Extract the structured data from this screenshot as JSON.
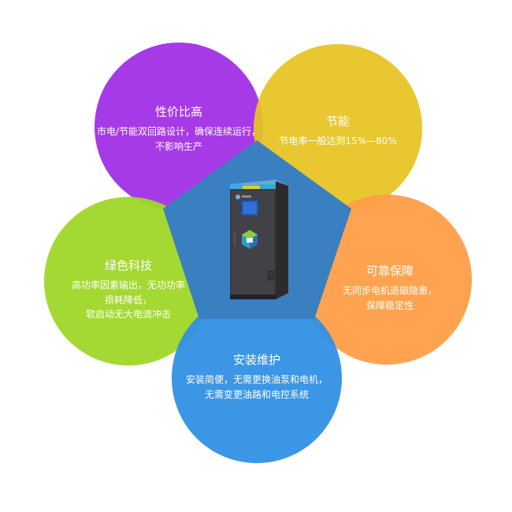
{
  "features": [
    {
      "title": "性价比高",
      "lines": [
        "市电/节能双回路设计，确保连续运行，",
        "不影响生产"
      ],
      "color": "#a12ee6"
    },
    {
      "title": "节能",
      "lines": [
        "节电率一般达到15%—80%"
      ],
      "color": "#e7c323"
    },
    {
      "title": "可靠保障",
      "lines": [
        "无同步电机退磁隐患，",
        "保障稳定性"
      ],
      "color": "#ff9d45"
    },
    {
      "title": "绿色科技",
      "lines": [
        "高功率因素输出，无功功率",
        "损耗降低，",
        "软启动无大电流冲击"
      ],
      "color": "#9ed726"
    },
    {
      "title": "安装维护",
      "lines": [
        "安装简便，无需更换油泵和电机，",
        "无需变更油路和电控系统"
      ],
      "color": "#2f8fe3"
    }
  ],
  "center": {
    "pentagon_color": "#3a7fc0",
    "device_icon": "control-cabinet-icon"
  }
}
